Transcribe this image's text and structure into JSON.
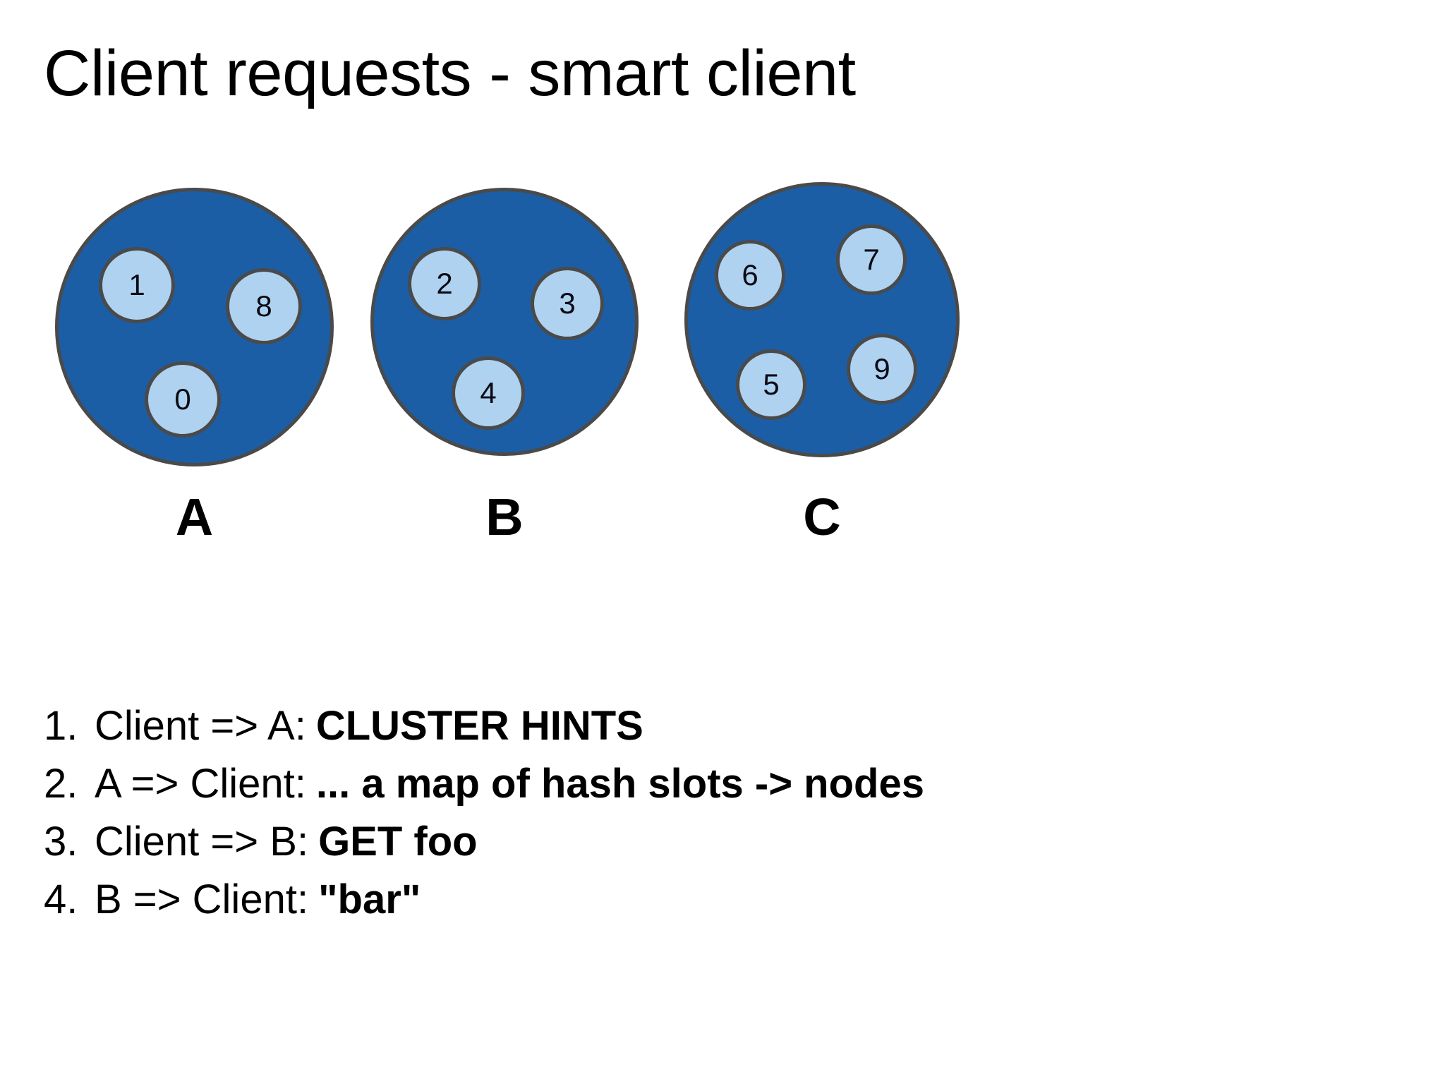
{
  "slide": {
    "title": "Client requests - smart client",
    "background_color": "#ffffff"
  },
  "colors": {
    "node_fill": "#1b5ea6",
    "slot_fill": "#aed2f0",
    "stroke": "#4a4a4a",
    "text": "#000000"
  },
  "diagram": {
    "type": "cluster-nodes",
    "nodes": [
      {
        "label": "A",
        "slots": [
          {
            "value": "1"
          },
          {
            "value": "8"
          },
          {
            "value": "0"
          }
        ]
      },
      {
        "label": "B",
        "slots": [
          {
            "value": "2"
          },
          {
            "value": "3"
          },
          {
            "value": "4"
          }
        ]
      },
      {
        "label": "C",
        "slots": [
          {
            "value": "6"
          },
          {
            "value": "7"
          },
          {
            "value": "5"
          },
          {
            "value": "9"
          }
        ]
      }
    ]
  },
  "steps": [
    {
      "number": "1.",
      "prefix": "Client => A:",
      "emphasis": "CLUSTER HINTS"
    },
    {
      "number": "2.",
      "prefix": "A => Client:",
      "emphasis": "... a map of hash slots -> nodes"
    },
    {
      "number": "3.",
      "prefix": "Client => B:",
      "emphasis": "GET foo"
    },
    {
      "number": "4.",
      "prefix": "B => Client:",
      "emphasis": "\"bar\""
    }
  ]
}
